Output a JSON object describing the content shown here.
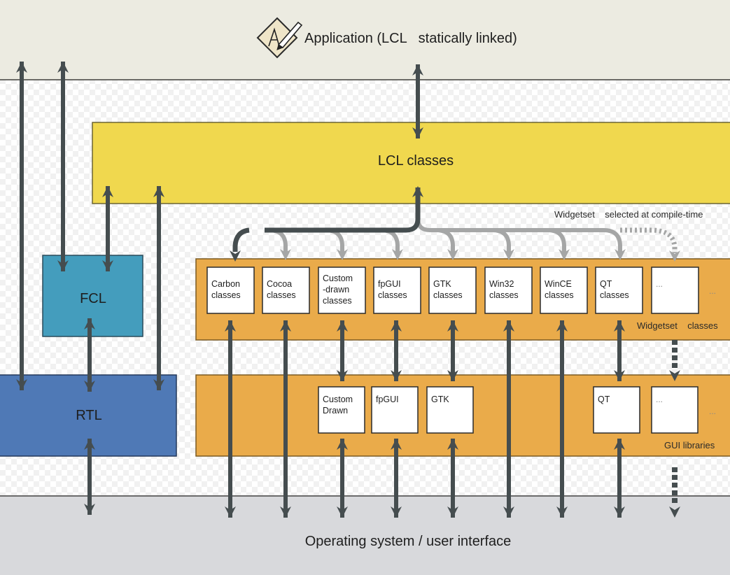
{
  "diagram": {
    "application": {
      "label": "Application (LCL   statically linked)",
      "icon": "signature-pen-icon"
    },
    "lcl": {
      "label": "LCL classes"
    },
    "fcl": {
      "label": "FCL"
    },
    "rtl": {
      "label": "RTL"
    },
    "os": {
      "label": "Operating system / user interface"
    },
    "widgetset_note": "Widgetset    selected at compile-time",
    "widgetset_classes": {
      "caption": "Widgetset    classes",
      "trailing": "...",
      "items": [
        {
          "line1": "Carbon",
          "line2": "classes",
          "line3": ""
        },
        {
          "line1": "Cocoa",
          "line2": "classes",
          "line3": ""
        },
        {
          "line1": "Custom",
          "line2": "-drawn",
          "line3": "classes"
        },
        {
          "line1": "fpGUI",
          "line2": "classes",
          "line3": ""
        },
        {
          "line1": "GTK",
          "line2": "classes",
          "line3": ""
        },
        {
          "line1": "Win32",
          "line2": "classes",
          "line3": ""
        },
        {
          "line1": "WinCE",
          "line2": "classes",
          "line3": ""
        },
        {
          "line1": "QT",
          "line2": "classes",
          "line3": ""
        },
        {
          "line1": "...",
          "line2": "",
          "line3": ""
        }
      ]
    },
    "gui_libraries": {
      "caption": "GUI libraries",
      "trailing": "...",
      "items": [
        {
          "line1": "Custom",
          "line2": "Drawn"
        },
        {
          "line1": "fpGUI",
          "line2": ""
        },
        {
          "line1": "GTK",
          "line2": ""
        },
        {
          "line1": "QT",
          "line2": ""
        },
        {
          "line1": "...",
          "line2": ""
        }
      ]
    },
    "colors": {
      "app_band": "#ecebe1",
      "lcl": "#f0d84e",
      "fcl": "#449dbd",
      "rtl": "#4f79b6",
      "widgetset": "#eaab4a",
      "os_band": "#d8d9dc",
      "arrow_dark": "#454d4f",
      "arrow_light": "#a5a6a6"
    }
  }
}
